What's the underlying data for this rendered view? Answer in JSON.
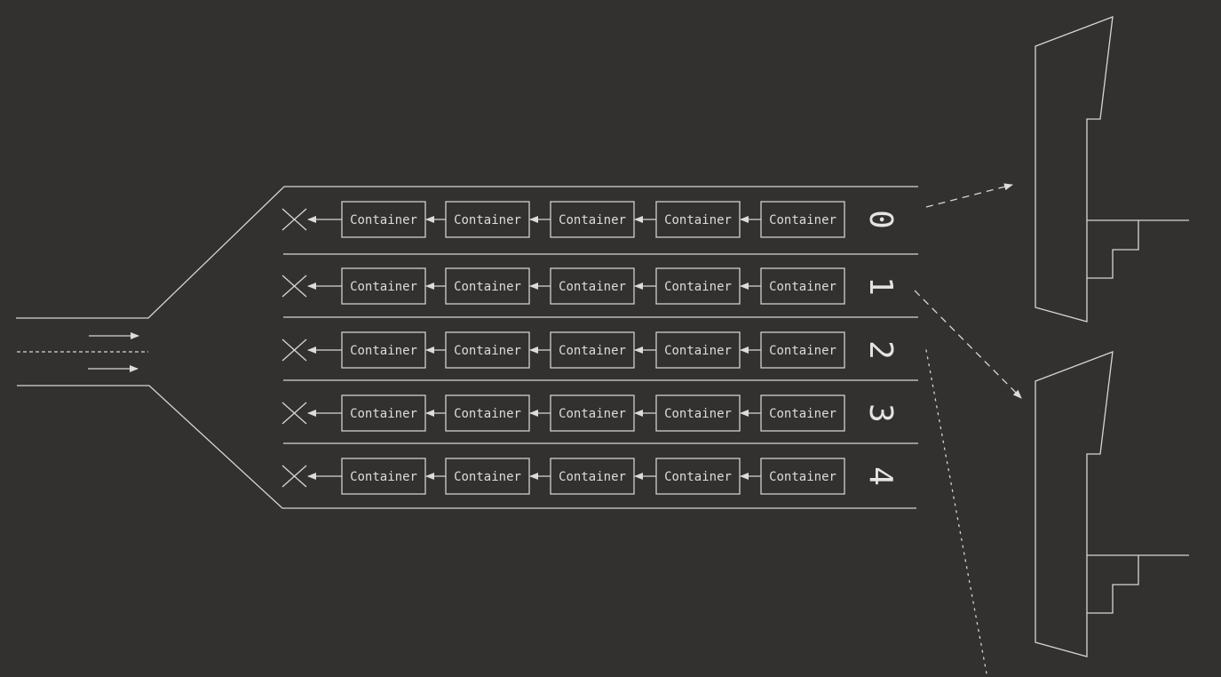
{
  "lanes": [
    {
      "number": "0",
      "containers": [
        "Container",
        "Container",
        "Container",
        "Container",
        "Container"
      ]
    },
    {
      "number": "1",
      "containers": [
        "Container",
        "Container",
        "Container",
        "Container",
        "Container"
      ]
    },
    {
      "number": "2",
      "containers": [
        "Container",
        "Container",
        "Container",
        "Container",
        "Container"
      ]
    },
    {
      "number": "3",
      "containers": [
        "Container",
        "Container",
        "Container",
        "Container",
        "Container"
      ]
    },
    {
      "number": "4",
      "containers": [
        "Container",
        "Container",
        "Container",
        "Container",
        "Container"
      ]
    }
  ],
  "colors": {
    "background": "#323130",
    "stroke": "#d6d6d6",
    "text": "#dcdcdc"
  },
  "icons": {
    "discard": "x-icon",
    "flow": "arrow-left-icon",
    "incoming": "arrow-right-icon",
    "ship": "ship-icon"
  }
}
